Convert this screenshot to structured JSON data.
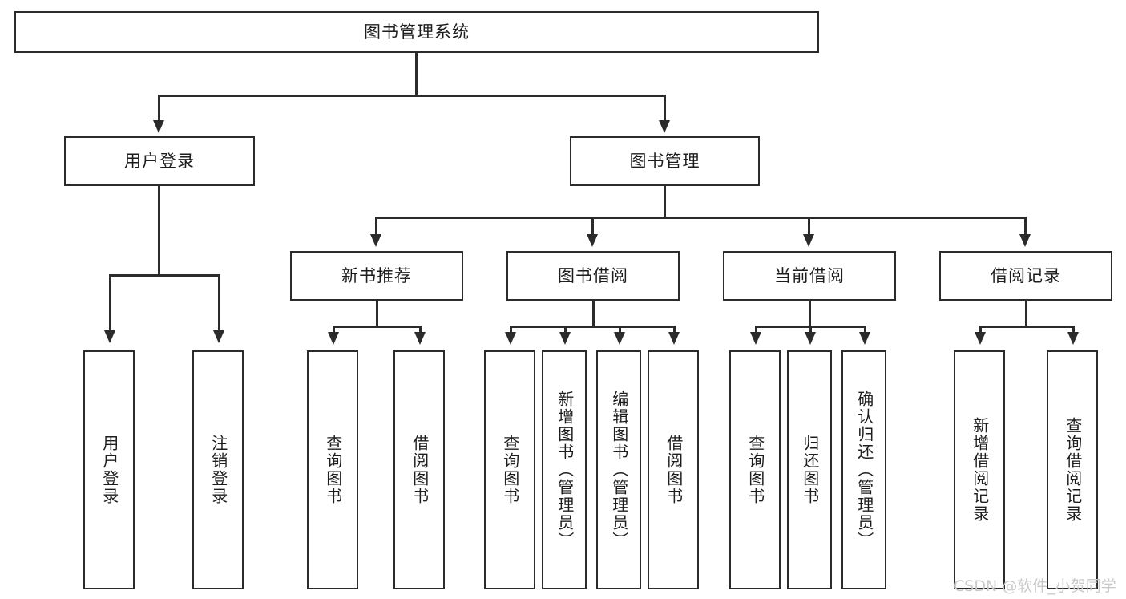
{
  "diagram": {
    "title": "图书管理系统",
    "type": "tree-hierarchy",
    "watermark": "CSDN @软件_小贺同学",
    "colors": {
      "stroke": "#2b2b2b",
      "fill": "#ffffff",
      "text": "#1d1d1d",
      "watermark": "#c9c9c9"
    },
    "levels": {
      "root": {
        "label": "图书管理系统"
      },
      "level1": [
        {
          "label": "用户登录"
        },
        {
          "label": "图书管理"
        }
      ],
      "level2": [
        {
          "label": "新书推荐"
        },
        {
          "label": "图书借阅"
        },
        {
          "label": "当前借阅"
        },
        {
          "label": "借阅记录"
        }
      ],
      "leaves": [
        {
          "label": "用户登录",
          "parent": "用户登录"
        },
        {
          "label": "注销登录",
          "parent": "用户登录"
        },
        {
          "label": "查询图书",
          "parent": "新书推荐"
        },
        {
          "label": "借阅图书",
          "parent": "新书推荐"
        },
        {
          "label": "查询图书",
          "parent": "图书借阅"
        },
        {
          "label": "新增图书（管理员）",
          "parent": "图书借阅"
        },
        {
          "label": "编辑图书（管理员）",
          "parent": "图书借阅"
        },
        {
          "label": "借阅图书",
          "parent": "图书借阅"
        },
        {
          "label": "查询图书",
          "parent": "当前借阅"
        },
        {
          "label": "归还图书",
          "parent": "当前借阅"
        },
        {
          "label": "确认归还（管理员）",
          "parent": "当前借阅"
        },
        {
          "label": "新增借阅记录",
          "parent": "借阅记录"
        },
        {
          "label": "查询借阅记录",
          "parent": "借阅记录"
        }
      ]
    }
  }
}
